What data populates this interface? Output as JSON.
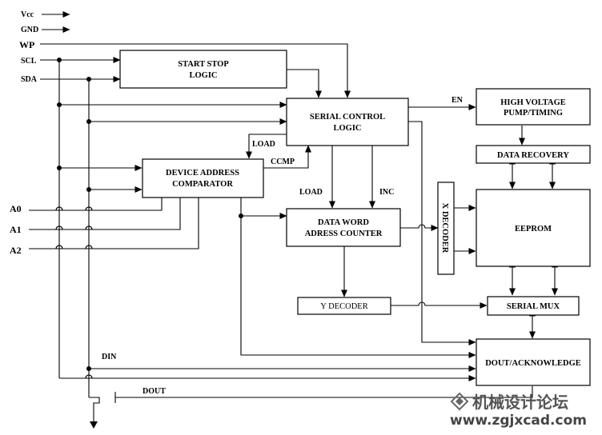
{
  "pins": {
    "vcc": "Vcc",
    "gnd": "GND",
    "wp": "WP",
    "scl": "SCL",
    "sda": "SDA",
    "a0": "A0",
    "a1": "A1",
    "a2": "A2"
  },
  "blocks": {
    "start_stop": [
      "START STOP",
      "LOGIC"
    ],
    "serial_control": [
      "SERIAL CONTROL",
      "LOGIC"
    ],
    "high_voltage": [
      "HIGH VOLTAGE",
      "PUMP/TIMING"
    ],
    "data_recovery": "DATA RECOVERY",
    "device_address": [
      "DEVICE ADDRESS",
      "COMPARATOR"
    ],
    "data_word": [
      "DATA WORD",
      "ADRESS COUNTER"
    ],
    "x_decoder": "X DECODER",
    "eeprom": "EEPROM",
    "y_decoder": "Y DECODER",
    "serial_mux": "SERIAL MUX",
    "dout_ack": "DOUT/ACKNOWLEDGE"
  },
  "signals": {
    "en": "EN",
    "load_top": "LOAD",
    "ccmp": "CCMP",
    "load": "LOAD",
    "inc": "INC",
    "din": "DIN",
    "dout": "DOUT"
  },
  "watermark": {
    "line1": "机械设计论坛",
    "line2": "www.zgjxcad.com"
  }
}
